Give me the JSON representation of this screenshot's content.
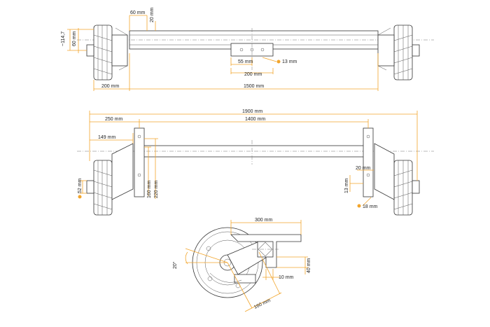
{
  "accent": "#f2a52b",
  "diameter_symbol": "⌀",
  "top_view": {
    "dims": {
      "d60_top": "60 mm",
      "d20_vert": "20 mm",
      "d114_7": "~114,7",
      "d60_left": "60 mm",
      "d55": "55 mm",
      "d13": "13 mm",
      "d200_center": "200 mm",
      "d200_left": "200 mm",
      "d1500": "1500 mm"
    }
  },
  "front_view": {
    "dims": {
      "d1900": "1900 mm",
      "d250": "250 mm",
      "d1400": "1400 mm",
      "d149": "149 mm",
      "d52": "52 mm",
      "d160": "160 mm",
      "d220": "220 mm",
      "d20": "20 mm",
      "d13": "13 mm",
      "d18": "18 mm"
    }
  },
  "side_view": {
    "dims": {
      "d300": "300 mm",
      "d20deg": "20°",
      "d40": "40 mm",
      "d10": "10 mm",
      "d160": "160 mm"
    }
  }
}
